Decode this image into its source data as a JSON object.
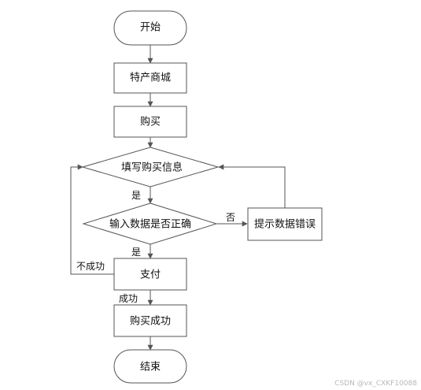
{
  "nodes": {
    "start": "开始",
    "mall": "特产商城",
    "buy": "购买",
    "fill_info": "填写购买信息",
    "check_input": "输入数据是否正确",
    "error_tip": "提示数据错误",
    "pay": "支付",
    "success": "购买成功",
    "end": "结束"
  },
  "edges": {
    "yes_1": "是",
    "no": "否",
    "yes_2": "是",
    "pay_fail": "不成功",
    "pay_ok": "成功"
  },
  "watermark": "CSDN @vx_CXKF10088",
  "colors": {
    "stroke": "#555555",
    "text": "#111111",
    "background": "#ffffff",
    "watermark": "#b8b8b8"
  }
}
